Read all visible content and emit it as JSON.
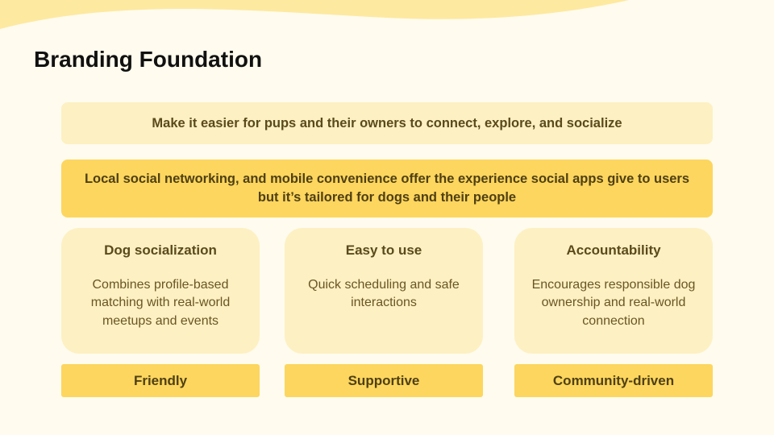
{
  "slide": {
    "title": "Branding Foundation",
    "mission": "Make it easier for pups and their owners to connect, explore, and socialize",
    "value_proposition": "Local social networking, and mobile convenience offer the experience social apps give to users but it’s tailored for dogs and their people",
    "pillars": [
      {
        "title": "Dog socialization",
        "description": "Combines profile-based matching with real-world meetups and events"
      },
      {
        "title": "Easy to use",
        "description": "Quick scheduling and safe interactions"
      },
      {
        "title": "Accountability",
        "description": "Encourages responsible dog ownership and real-world connection"
      }
    ],
    "traits": [
      "Friendly",
      "Supportive",
      "Community-driven"
    ]
  },
  "colors": {
    "background": "#fffbee",
    "wave": "#fde9a0",
    "light_card": "#fdf0c2",
    "accent": "#fcd65e",
    "text_dark": "#4f3f12"
  }
}
